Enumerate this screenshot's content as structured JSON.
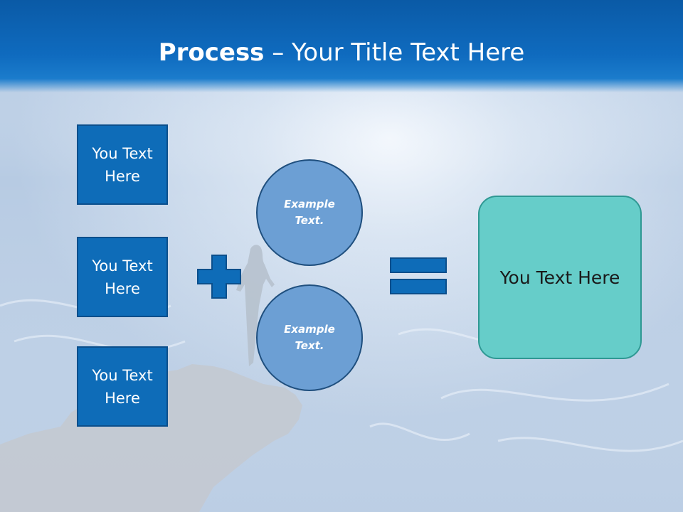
{
  "title": {
    "bold_part": "Process",
    "rest": " – Your Title Text Here"
  },
  "input_boxes": [
    {
      "label": "You Text Here"
    },
    {
      "label": "You Text Here"
    },
    {
      "label": "You Text Here"
    }
  ],
  "circles": [
    {
      "label": "Example Text."
    },
    {
      "label": "Example Text."
    }
  ],
  "result": {
    "label": "You Text Here"
  },
  "icons": {
    "plus": "plus-icon",
    "equals": "equals-icon"
  },
  "colors": {
    "title_bar": "#0f6bbf",
    "box_fill": "#0e6cb8",
    "circle_fill": "#6c9fd4",
    "result_fill": "#66cdc9",
    "symbol_fill": "#0e6cb8"
  }
}
